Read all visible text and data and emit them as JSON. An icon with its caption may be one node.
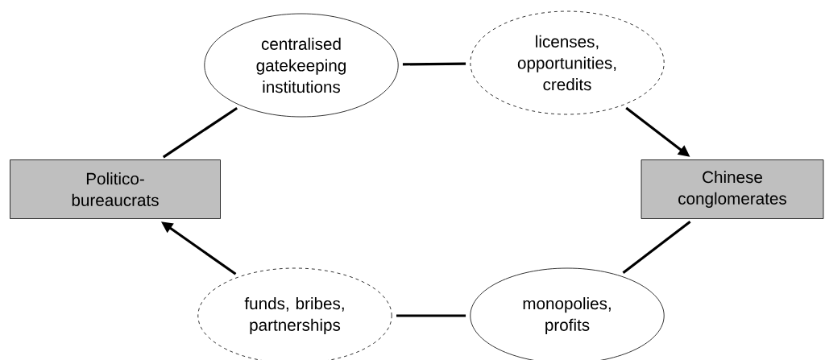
{
  "diagram": {
    "nodes": [
      {
        "text": [
          "Politico- bureaucrats"
        ]
      },
      {
        "text": [
          "centralised gatekeeping institutions"
        ]
      },
      {
        "text": [
          "licenses, opportunities, credits"
        ]
      },
      {
        "text": [
          "Chinese conglomerates"
        ]
      },
      {
        "text": [
          "monopolies, profits"
        ]
      },
      {
        "text": [
          "funds, bribes, partnerships"
        ]
      }
    ],
    "edges": [
      {
        "from": 0,
        "to": 1,
        "arrow": "none"
      },
      {
        "from": 1,
        "to": 2,
        "arrow": "none"
      },
      {
        "from": 2,
        "to": 3,
        "arrow": "to"
      },
      {
        "from": 3,
        "to": 4,
        "arrow": "none"
      },
      {
        "from": 4,
        "to": 5,
        "arrow": "none"
      },
      {
        "from": 5,
        "to": 0,
        "arrow": "to"
      }
    ]
  }
}
